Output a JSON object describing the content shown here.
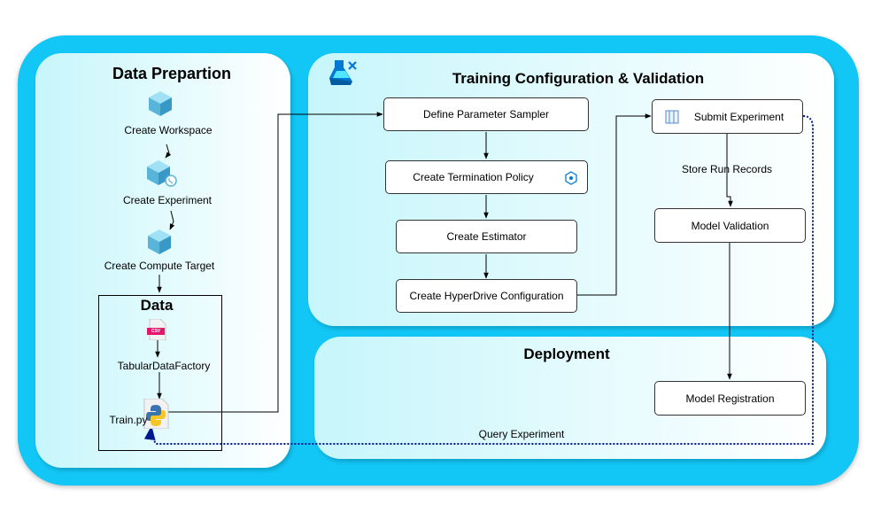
{
  "panels": {
    "data_prep_title": "Data Prepartion",
    "training_title": "Training Configuration & Validation",
    "deployment_title": "Deployment",
    "data_title": "Data"
  },
  "prep_steps": {
    "workspace": "Create Workspace",
    "experiment": "Create Experiment",
    "compute": "Create Compute Target"
  },
  "data_items": {
    "csv_badge": "CSV",
    "factory": "TabularDataFactory",
    "train": "Train.py"
  },
  "training_nodes": {
    "sampler": "Define Parameter Sampler",
    "termination": "Create Termination Policy",
    "estimator": "Create Estimator",
    "hyperdrive": "Create HyperDrive Configuration",
    "submit": "Submit Experiment",
    "validation": "Model Validation"
  },
  "edge_labels": {
    "store_run": "Store Run Records",
    "query": "Query Experiment"
  },
  "deployment_nodes": {
    "registration": "Model Registration"
  },
  "colors": {
    "outer": "#12c6f5",
    "panel_start": "#c6f6fb",
    "cube": "#59b4d9",
    "csv": "#e2186d",
    "azure_ml": "#0078d4",
    "query_line": "#00188f"
  }
}
